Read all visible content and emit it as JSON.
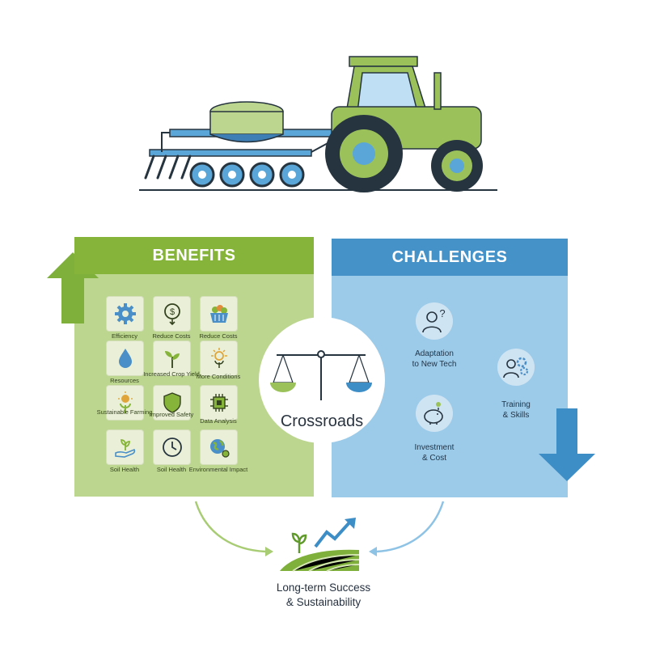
{
  "benefits": {
    "title": "BENEFITS",
    "items": [
      {
        "label": "Efficiency",
        "icon": "gear-icon"
      },
      {
        "label": "Reduce Costs",
        "icon": "dollar-coin-icon"
      },
      {
        "label": "Reduce Costs",
        "icon": "produce-basket-icon"
      },
      {
        "label": "Resources",
        "icon": "water-drop-icon"
      },
      {
        "label": "Increased Crop Yield",
        "icon": "sprout-icon"
      },
      {
        "label": "More Conditions",
        "icon": "sun-plant-icon"
      },
      {
        "label": "Sustainable Farming",
        "icon": "sun-sprout-icon"
      },
      {
        "label": "Improved Safety",
        "icon": "shield-icon"
      },
      {
        "label": "Data Analysis",
        "icon": "chip-icon"
      },
      {
        "label": "Soil Health",
        "icon": "hand-plant-icon"
      },
      {
        "label": "Soil Health",
        "icon": "clock-icon"
      },
      {
        "label": "Environmental Impact",
        "icon": "globe-gear-icon"
      }
    ]
  },
  "center": {
    "label": "Crossroads",
    "icon": "balance-scale-icon"
  },
  "challenges": {
    "title": "CHALLENGES",
    "items": [
      {
        "label_line1": "Adaptation",
        "label_line2": "to New Tech",
        "icon": "person-question-icon"
      },
      {
        "label_line1": "Training",
        "label_line2": "& Skills",
        "icon": "person-gears-icon"
      },
      {
        "label_line1": "Investment",
        "label_line2": "& Cost",
        "icon": "piggy-bank-icon"
      }
    ]
  },
  "outcome": {
    "line1": "Long-term Success",
    "line2": "& Sustainability",
    "icon": "field-growth-icon"
  },
  "colors": {
    "benefits_header": "#86b43a",
    "benefits_body": "#bcd690",
    "challenges_header": "#4592c9",
    "challenges_body": "#9ccbea",
    "tractor_green": "#9bc25a",
    "tractor_blue": "#5aa6d8",
    "dark": "#26343f"
  }
}
